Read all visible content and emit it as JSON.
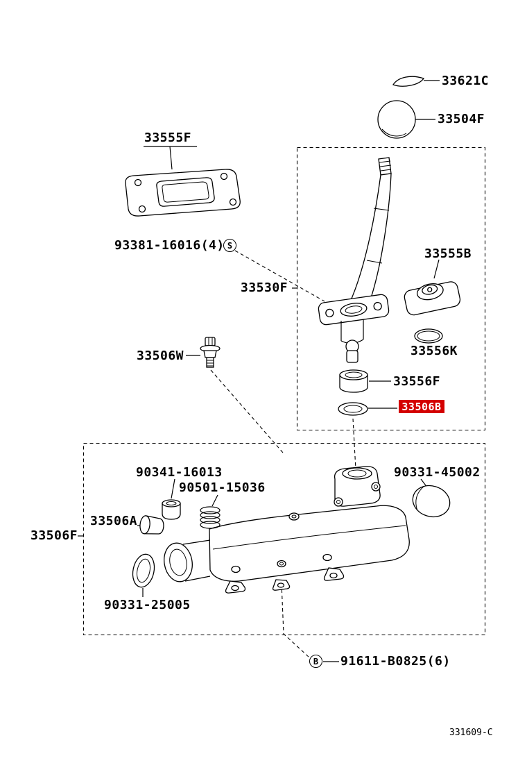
{
  "labels": {
    "33621C": "33621C",
    "33504F": "33504F",
    "33555F": "33555F",
    "93381_16016": "93381-16016(4)",
    "33530F": "33530F",
    "33555B": "33555B",
    "33556K": "33556K",
    "33556F": "33556F",
    "33506B": "33506B",
    "33506W": "33506W",
    "90341_16013": "90341-16013",
    "90501_15036": "90501-15036",
    "33506A": "33506A",
    "33506F": "33506F",
    "90331_45002": "90331-45002",
    "90331_25005": "90331-25005",
    "91611_B0825": "91611-B0825(6)"
  },
  "symbols": {
    "screw": "S",
    "bolt": "B"
  },
  "footer": {
    "figure_code": "331609-C"
  },
  "styles": {
    "highlight_bg": "#d40000",
    "highlight_fg": "#ffffff"
  }
}
